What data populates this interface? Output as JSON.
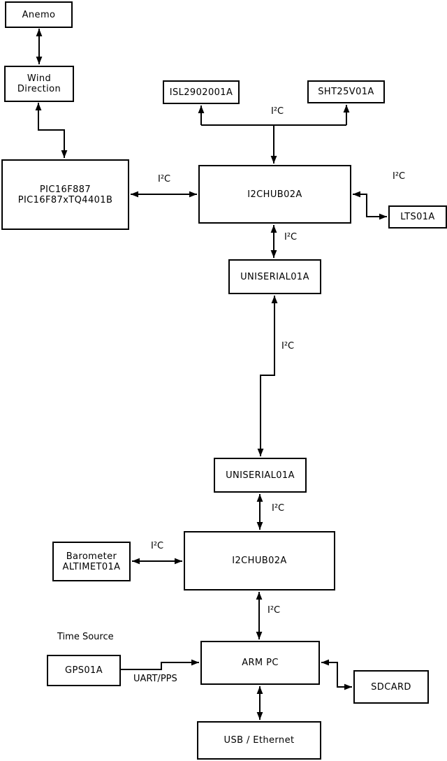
{
  "diagram": {
    "nodes": {
      "anemo": {
        "label": "Anemo"
      },
      "wind_direction": {
        "line1": "Wind",
        "line2": "Direction"
      },
      "pic": {
        "line1": "PIC16F887",
        "line2": "PIC16F87xTQ4401B"
      },
      "isl": {
        "label": "ISL2902001A"
      },
      "sht": {
        "label": "SHT25V01A"
      },
      "i2chub_top": {
        "label": "I2CHUB02A"
      },
      "lts": {
        "label": "LTS01A"
      },
      "uniserial_top": {
        "label": "UNISERIAL01A"
      },
      "uniserial_bottom": {
        "label": "UNISERIAL01A"
      },
      "i2chub_bottom": {
        "label": "I2CHUB02A"
      },
      "barometer": {
        "line1": "Barometer",
        "line2": "ALTIMET01A"
      },
      "arm_pc": {
        "label": "ARM PC"
      },
      "gps": {
        "label": "GPS01A"
      },
      "sdcard": {
        "label": "SDCARD"
      },
      "usb_ethernet": {
        "label": "USB / Ethernet"
      }
    },
    "labels": {
      "i2c": "I²C",
      "uart_pps": "UART/PPS",
      "time_source": "Time Source"
    },
    "colors": {
      "line": "#000000",
      "box_background": "#ffffff",
      "page_background": "#ffffff"
    }
  }
}
